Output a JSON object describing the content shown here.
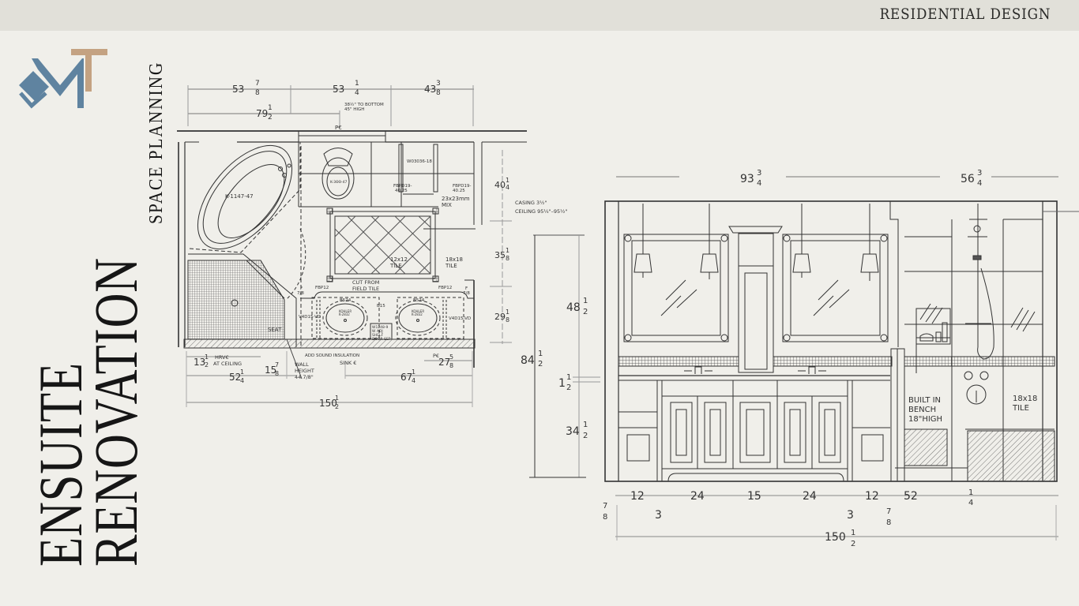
{
  "header": {
    "brand": "RESIDENTIAL  DESIGN"
  },
  "logo": {
    "name": "MT",
    "colors": {
      "blue": "#5f83a0",
      "tan": "#c4a282"
    }
  },
  "titles": {
    "line1": "ENSUITE",
    "line2": "RENOVATION",
    "subtitle": "SPACE PLANNING"
  },
  "floor_plan": {
    "dims_top": [
      {
        "whole": "53",
        "num": "7",
        "den": "8"
      },
      {
        "whole": "53",
        "num": "1",
        "den": "4"
      },
      {
        "whole": "43",
        "num": "3",
        "den": "8"
      }
    ],
    "dim_79": {
      "whole": "79",
      "num": "1",
      "den": "2"
    },
    "note_window": [
      "38½\" TO BOTTOM",
      "45\" HIGH"
    ],
    "pc_label": "P€",
    "labels": {
      "tub": "K-1147-47",
      "toilet": "K-3ΘΘ-47",
      "window_code": "W03036-18",
      "fbp_left": [
        "FBPD19-",
        "40.25"
      ],
      "fbp_right": [
        "FBPD19-",
        "40.25"
      ],
      "mix": [
        "23x23mm",
        "MIX"
      ],
      "tile12": [
        "12x12",
        "TILE"
      ],
      "tile18": [
        "18x18",
        "TILE"
      ],
      "cut": [
        "CUT FROM",
        "FIELD TILE"
      ],
      "fbp12a": "FBP12",
      "fbp12b": "FBP12",
      "f78a": [
        "F",
        "7/8"
      ],
      "f78b": [
        "F",
        "7/8"
      ],
      "b524a": "B524",
      "b524b": "B524",
      "b15": "B15",
      "kohler": [
        "KOHLER",
        "K-2832"
      ],
      "v4d15a": "V4D15-VD",
      "v4d15b": "V4D15-VD",
      "w1248": [
        "W1248-9",
        "W ADJ",
        "SHELF",
        "DOOR SEP"
      ],
      "seat": "SEAT",
      "sound": "ADD SOUND INSULATION",
      "hrv": [
        "HRV€",
        "AT CEILING"
      ],
      "wall": [
        "WALL",
        "HEIGHT",
        "44 7/8\""
      ],
      "sink": "SINK €",
      "pc2": "P€"
    },
    "dims_right": [
      {
        "whole": "40",
        "num": "1",
        "den": "4"
      },
      {
        "whole": "35",
        "num": "1",
        "den": "8"
      },
      {
        "whole": "29",
        "num": "1",
        "den": "8"
      }
    ],
    "casing": [
      "CASING 3½\"",
      "CEILING 95¼\"–95½\""
    ],
    "dims_bottom": {
      "d13": {
        "whole": "13",
        "num": "1",
        "den": "2"
      },
      "d15": {
        "whole": "15",
        "num": "7",
        "den": "8"
      },
      "d27": {
        "whole": "27",
        "num": "5",
        "den": "8"
      },
      "d52": {
        "whole": "52",
        "num": "1",
        "den": "4"
      },
      "d67": {
        "whole": "67",
        "num": "1",
        "den": "4"
      },
      "d150": {
        "whole": "150",
        "num": "1",
        "den": "2"
      }
    }
  },
  "elevation": {
    "dims_top": [
      {
        "whole": "93",
        "num": "3",
        "den": "4"
      },
      {
        "whole": "56",
        "num": "3",
        "den": "4"
      }
    ],
    "dims_left": {
      "d84": {
        "whole": "84",
        "num": "1",
        "den": "2"
      },
      "d48": {
        "whole": "48",
        "num": "1",
        "den": "2"
      },
      "d1": {
        "whole": "1",
        "num": "1",
        "den": "2"
      },
      "d34": {
        "whole": "34",
        "num": "1",
        "den": "2"
      }
    },
    "bench": [
      "BUILT IN",
      "BENCH",
      "18\"HIGH"
    ],
    "tile": [
      "18x18",
      "TILE"
    ],
    "dims_bottom": [
      "12",
      "24",
      "15",
      "24",
      "12"
    ],
    "small_dims": {
      "left_frac": {
        "num": "7",
        "den": "8"
      },
      "three_a": "3",
      "three_b": "3",
      "right_frac": {
        "num": "7",
        "den": "8"
      }
    },
    "d52": {
      "whole": "52",
      "num": "1",
      "den": "4"
    },
    "d150": {
      "whole": "150",
      "num": "1",
      "den": "2"
    }
  }
}
